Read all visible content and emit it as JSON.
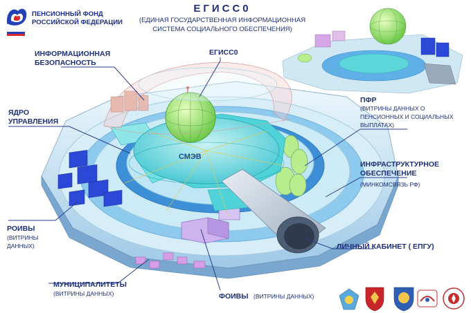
{
  "org": {
    "line1": "ПЕНСИОННЫЙ ФОНД",
    "line2": "РОССИЙСКОЙ ФЕДЕРАЦИИ"
  },
  "title": {
    "main": "ЕГИСС0",
    "sub1": "(ЕДИНАЯ ГОСУДАРСТВЕННАЯ ИНФОРМАЦИОННАЯ",
    "sub2": "СИСТЕМА СОЦИАЛЬНОГО ОБЕСПЕЧЕНИЯ)"
  },
  "labels": {
    "infosec1": "ИНФОРМАЦИОННАЯ",
    "infosec2": "БЕЗОПАСНОСТЬ",
    "egisso": "ЕГИСС0",
    "core1": "ЯДРО",
    "core2": "УПРАВЛЕНИЯ",
    "smev": "СМЭВ",
    "pfr": "ПФР",
    "pfr_sub1": "(ВИТРИНЫ ДАННЫХ О",
    "pfr_sub2": "ПЕНСИОННЫХ И СОЦИАЛЬНЫХ",
    "pfr_sub3": "ВЫПЛАТАХ)",
    "infra1": "ИНФРАСТРУКТУРНОЕ",
    "infra2": "ОБЕСПЕЧЕНИЕ",
    "infra_sub": "(МИНКОМСВЯЗЬ РФ)",
    "roiv": "РОИВЫ",
    "roiv_sub1": "(ВИТРИНЫ",
    "roiv_sub2": "ДАННЫХ)",
    "lk": "ЛИЧНЫЙ КАБИНЕТ ( ЕПГУ)",
    "muni": "МУНИЦИПАЛИТЕТЫ",
    "muni_sub": "(ВИТРИНЫ ДАННЫХ)",
    "foiv": "ФОИВЫ",
    "foiv_sub": "(ВИТРИНЫ ДАННЫХ)"
  },
  "colors": {
    "label": "#1e2f7a",
    "leader": "#2a3d8f",
    "ring_light": "#bfe6f7",
    "cyan": "#4fd3d8",
    "blue": "#2b49d6",
    "purple": "#cdb4ef",
    "green": "#9ee05a"
  },
  "icons": [
    "pfr-logo",
    "emblem-1-icon",
    "emblem-2-icon",
    "emblem-3-icon",
    "emblem-4-icon",
    "emblem-5-icon"
  ]
}
